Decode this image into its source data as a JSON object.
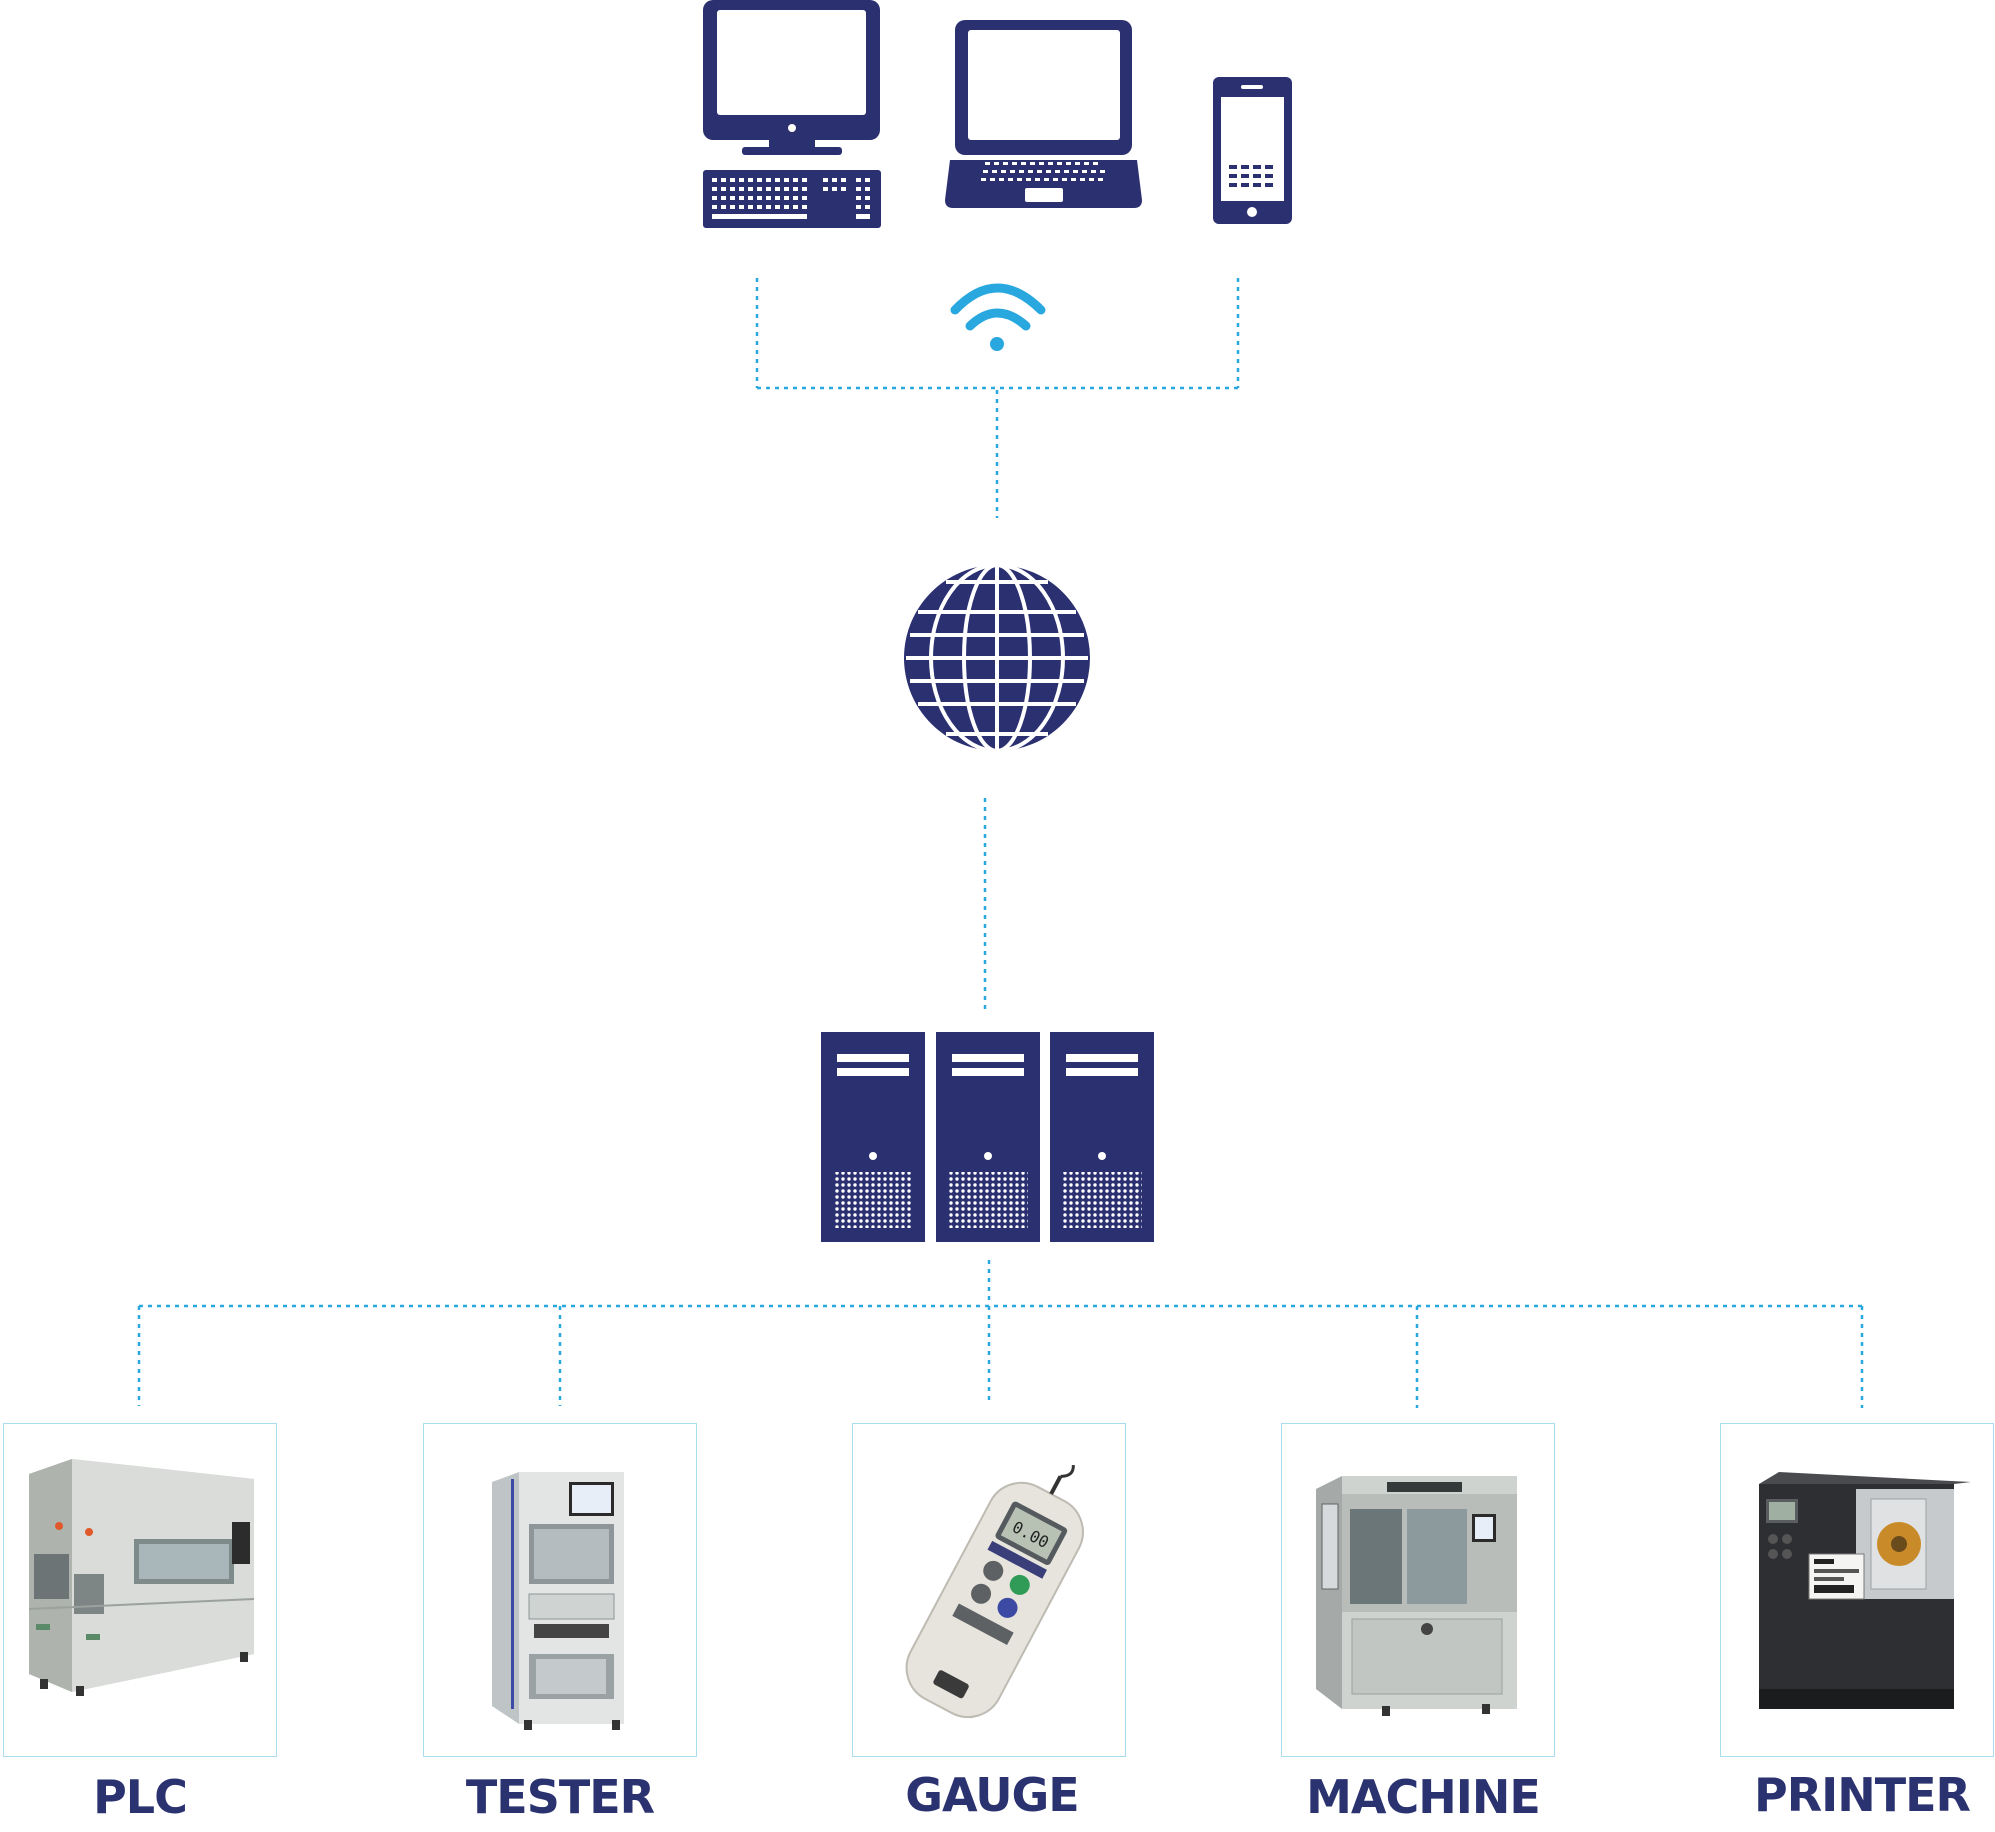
{
  "colors": {
    "icon_navy": "#2b3071",
    "wifi_blue": "#29a8df",
    "connector_blue": "#29a8df",
    "label_navy": "#2a3270",
    "card_border": "#a9dcec"
  },
  "top_devices": [
    {
      "icon": "desktop-computer-icon"
    },
    {
      "icon": "laptop-icon"
    },
    {
      "icon": "smartphone-icon"
    }
  ],
  "network": {
    "wireless_icon": "wifi-icon",
    "internet_icon": "globe-icon"
  },
  "server": {
    "icon": "server-rack-icon",
    "units": 3
  },
  "equipment": [
    {
      "label": "PLC",
      "icon": "plc-cabinet-image"
    },
    {
      "label": "TESTER",
      "icon": "tester-rack-image"
    },
    {
      "label": "GAUGE",
      "icon": "force-gauge-image"
    },
    {
      "label": "MACHINE",
      "icon": "machine-station-image"
    },
    {
      "label": "PRINTER",
      "icon": "label-printer-image"
    }
  ]
}
